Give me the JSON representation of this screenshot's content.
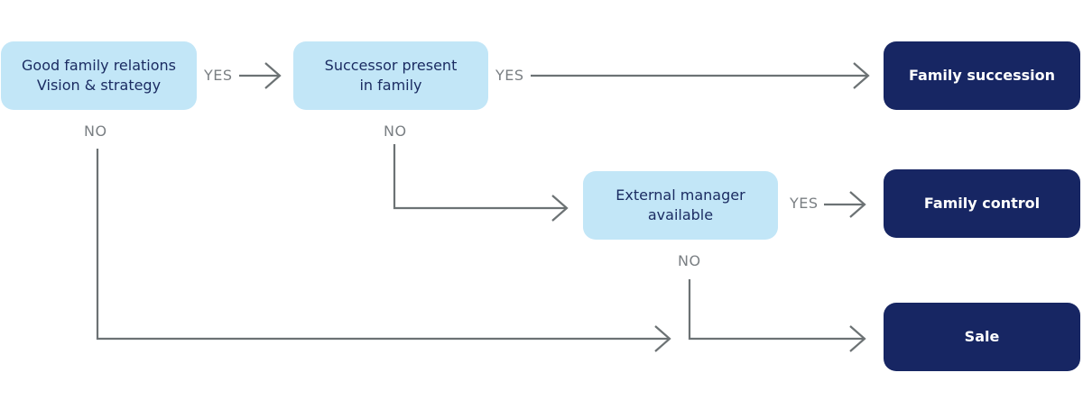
{
  "colors": {
    "decision_fill": "#c2e6f7",
    "decision_text": "#1b2c62",
    "outcome_fill": "#172663",
    "outcome_text": "#ffffff",
    "connector": "#6c7274",
    "label": "#7a7f83"
  },
  "nodes": {
    "family_relations": "Good family relations\nVision & strategy",
    "successor": "Successor present\nin family",
    "external_manager": "External manager\navailable",
    "family_succession": "Family succession",
    "family_control": "Family control",
    "sale": "Sale"
  },
  "labels": {
    "yes_1": "YES",
    "yes_2": "YES",
    "yes_3": "YES",
    "no_1": "NO",
    "no_2": "NO",
    "no_3": "NO"
  }
}
